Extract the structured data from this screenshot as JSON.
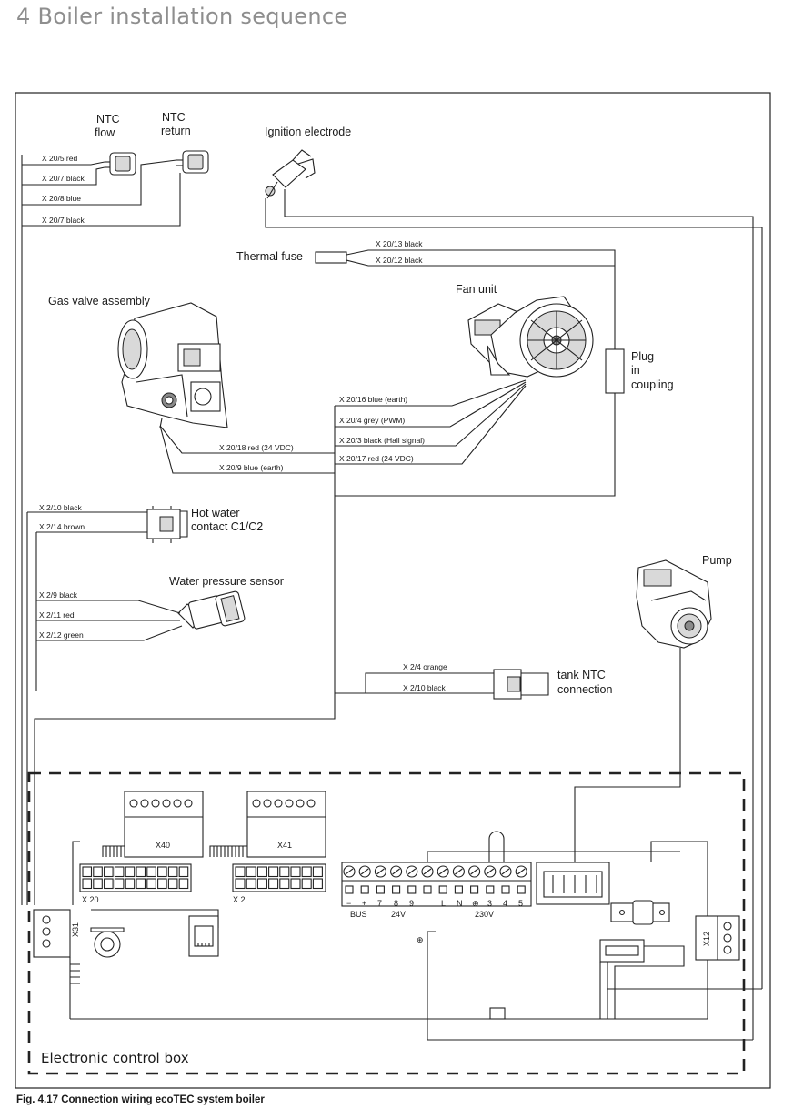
{
  "page": {
    "title": "4 Boiler installation sequence",
    "caption": "Fig. 4.17 Connection wiring ecoTEC system boiler"
  },
  "components": {
    "ntc_flow": [
      "NTC",
      "flow"
    ],
    "ntc_return": [
      "NTC",
      "return"
    ],
    "ignition_electrode": "Ignition electrode",
    "thermal_fuse": "Thermal fuse",
    "gas_valve": "Gas valve assembly",
    "fan_unit": "Fan unit",
    "plug_coupling": [
      "Plug",
      "in",
      "coupling"
    ],
    "hot_water_contact": [
      "Hot water",
      "contact C1/C2"
    ],
    "water_pressure_sensor": "Water pressure sensor",
    "pump": "Pump",
    "tank_ntc": [
      "tank NTC",
      "connection"
    ],
    "control_box": "Electronic control box"
  },
  "wires": {
    "ntc_flow_red": "X 20/5 red",
    "ntc_flow_black": "X 20/7 black",
    "ntc_return_blue": "X 20/8 blue",
    "ntc_return_black": "X 20/7 black",
    "fuse_black": "X 20/13 black",
    "fuse_black_2": "X 20/12 black",
    "fan_blue": "X 20/16 blue (earth)",
    "fan_grey": "X 20/4 grey (PWM)",
    "fan_black": "X 20/3 black (Hall signal)",
    "fan_red": "X 20/17 red (24 VDC)",
    "valve_red": "X 20/18 red (24 VDC)",
    "valve_blue": "X 20/9 blue (earth)",
    "hw_black": "X 2/10 black",
    "hw_brown": "X 2/14 brown",
    "wps_black": "X 2/9 black",
    "wps_red": "X 2/11 red",
    "wps_green": "X 2/12 green",
    "tank_orange": "X 2/4 orange",
    "tank_black": "X 2/10  black"
  },
  "board": {
    "x40": "X40",
    "x41": "X41",
    "x20": "X 20",
    "x2": "X 2",
    "x31": "X31",
    "x12": "X12",
    "terminals": [
      "−",
      "+",
      "7",
      "8",
      "9",
      "L",
      "N",
      "⊕",
      "3",
      "4",
      "5"
    ],
    "bus": "BUS",
    "v24": "24V",
    "v230": "230V",
    "earth": "⊕"
  }
}
